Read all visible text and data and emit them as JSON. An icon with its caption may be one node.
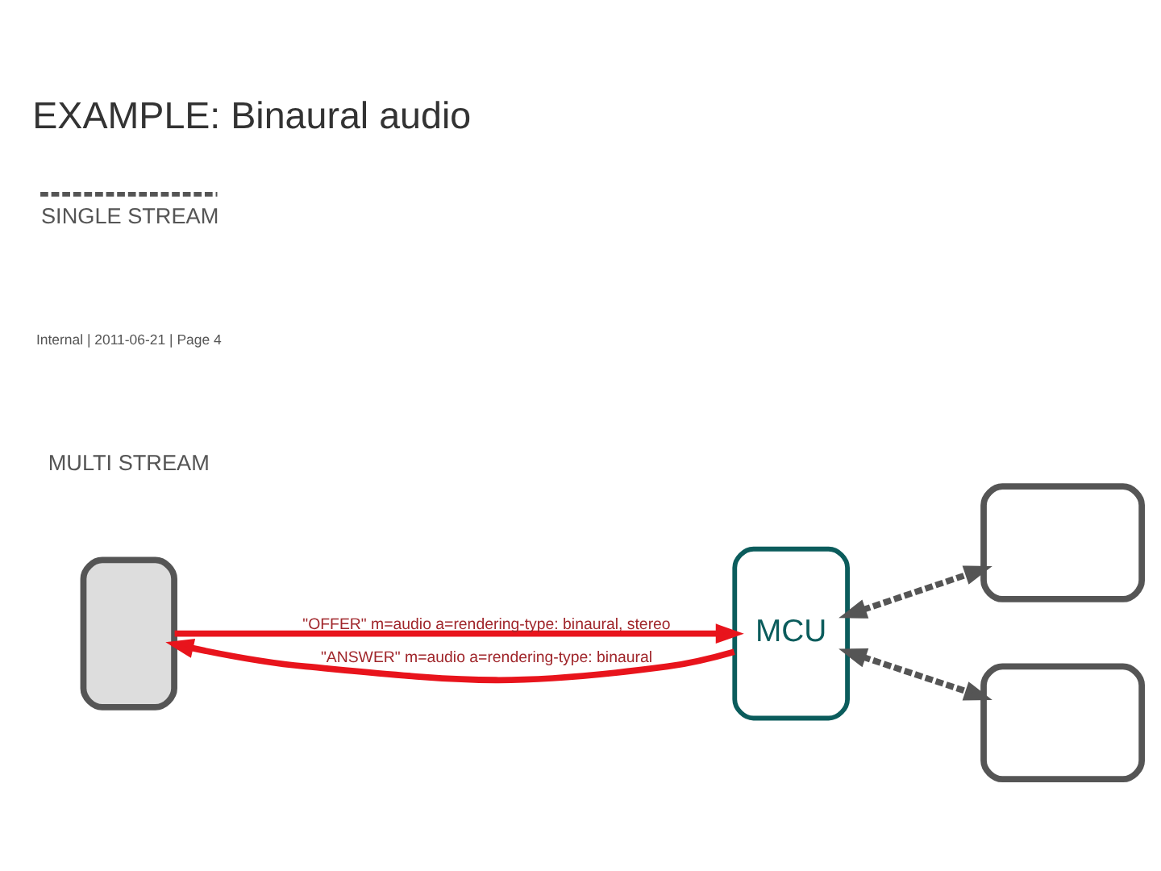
{
  "diagram": {
    "title": "EXAMPLE: Binaural audio",
    "nodes": [
      {
        "text": [],
        "shape": "phone"
      },
      {
        "text": [
          "MCU"
        ]
      },
      {
        "text": [],
        "shape": "monitor"
      },
      {
        "text": [],
        "shape": "monitor"
      }
    ],
    "edges": [
      {
        "from": 0,
        "to": 1,
        "arrow": "to",
        "label": "\"OFFER\" m=audio a=rendering-type: binaural, stereo",
        "color": "#e8141c"
      },
      {
        "from": 1,
        "to": 0,
        "arrow": "to",
        "label": "\"ANSWER\" m=audio a=rendering-type: binaural",
        "color": "#e8141c"
      },
      {
        "from": 1,
        "to": 2,
        "arrow": "both",
        "style": "dashed",
        "color": "#555555"
      },
      {
        "from": 1,
        "to": 3,
        "arrow": "both",
        "style": "dashed",
        "color": "#555555"
      }
    ],
    "labels": [
      "MULTI STREAM",
      "Internal | 2011-06-21 | Page 4"
    ],
    "legend": [
      {
        "text": "SINGLE STREAM"
      }
    ]
  }
}
